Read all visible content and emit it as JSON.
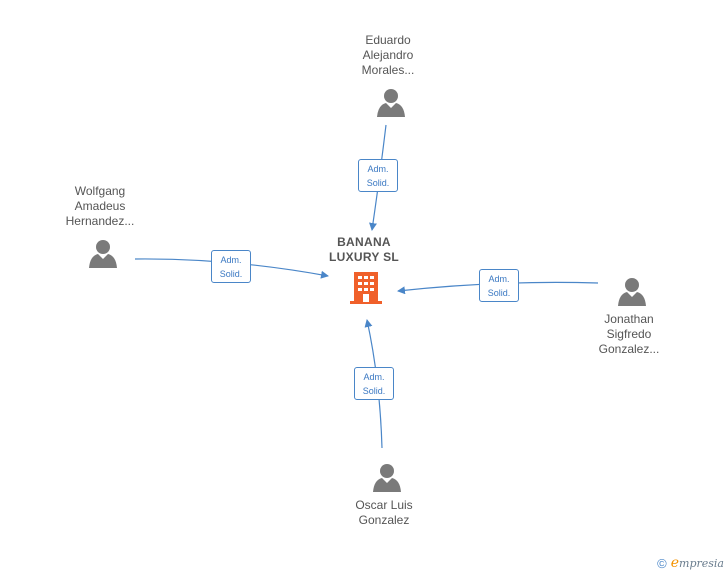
{
  "company": {
    "name_line1": "BANANA",
    "name_line2": "LUXURY  SL"
  },
  "persons": [
    {
      "id": "top",
      "lines": [
        "Eduardo",
        "Alejandro",
        "Morales..."
      ]
    },
    {
      "id": "left",
      "lines": [
        "Wolfgang",
        "Amadeus",
        "Hernandez..."
      ]
    },
    {
      "id": "right",
      "lines": [
        "Jonathan",
        "Sigfredo",
        "Gonzalez..."
      ]
    },
    {
      "id": "bottom",
      "lines": [
        "Oscar Luis",
        "Gonzalez"
      ]
    }
  ],
  "edges": [
    {
      "from": "top",
      "line1": "Adm.",
      "line2": "Solid."
    },
    {
      "from": "left",
      "line1": "Adm.",
      "line2": "Solid."
    },
    {
      "from": "right",
      "line1": "Adm.",
      "line2": "Solid."
    },
    {
      "from": "bottom",
      "line1": "Adm.",
      "line2": "Solid."
    }
  ],
  "colors": {
    "edge": "#4a86c8",
    "person": "#7a7a7a",
    "company": "#f0602a"
  },
  "footer": {
    "copyright": "©",
    "brand_initial": "e",
    "brand_rest": "mpresia"
  }
}
